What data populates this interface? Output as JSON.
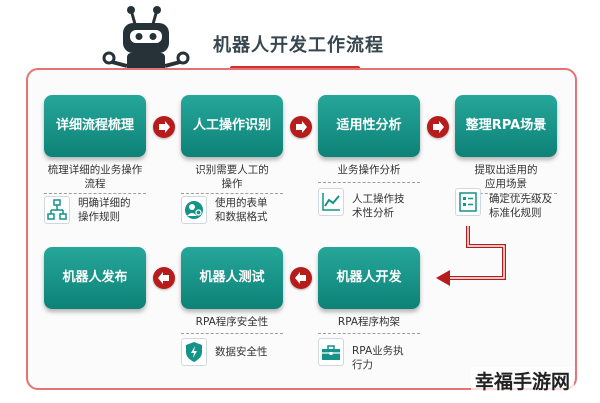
{
  "title": "机器人开发工作流程",
  "steps": [
    {
      "label": "详细流程梳理"
    },
    {
      "label": "人工操作识别"
    },
    {
      "label": "适用性分析"
    },
    {
      "label": "整理RPA场景"
    },
    {
      "label": "机器人发布"
    },
    {
      "label": "机器人测试"
    },
    {
      "label": "机器人开发"
    }
  ],
  "details": {
    "s1": {
      "top": [
        "梳理详细的业务操作",
        "流程"
      ],
      "bottom": [
        "明确详细的",
        "操作规则"
      ]
    },
    "s2": {
      "top": [
        "识别需要人工的",
        "操作"
      ],
      "bottom": [
        "使用的表单",
        "和数据格式"
      ]
    },
    "s3": {
      "top": [
        "业务操作分析"
      ],
      "bottom": [
        "人工操作技",
        "术性分析"
      ]
    },
    "s4": {
      "top": [
        "提取出适用的",
        "应用场景"
      ],
      "bottom": [
        "确定优先级及",
        "标准化规则"
      ]
    },
    "s6": {
      "top": [
        "RPA程序安全性"
      ],
      "bottom": [
        "数据安全性"
      ]
    },
    "s7": {
      "top": [
        "RPA程序构架"
      ],
      "bottom": [
        "RPA业务执",
        "行力"
      ]
    }
  },
  "icons": {
    "s1": "flowchart-icon",
    "s2": "user-gear-icon",
    "s3": "line-chart-icon",
    "s4": "form-list-icon",
    "s6": "shield-lightning-icon",
    "s7": "toolbox-icon"
  },
  "colors": {
    "step_fill": "#149488",
    "arrow": "#b71c1c",
    "board_border": "#e57373",
    "title": "#37474f",
    "robot": "#263238"
  },
  "watermark": "幸福手游网"
}
